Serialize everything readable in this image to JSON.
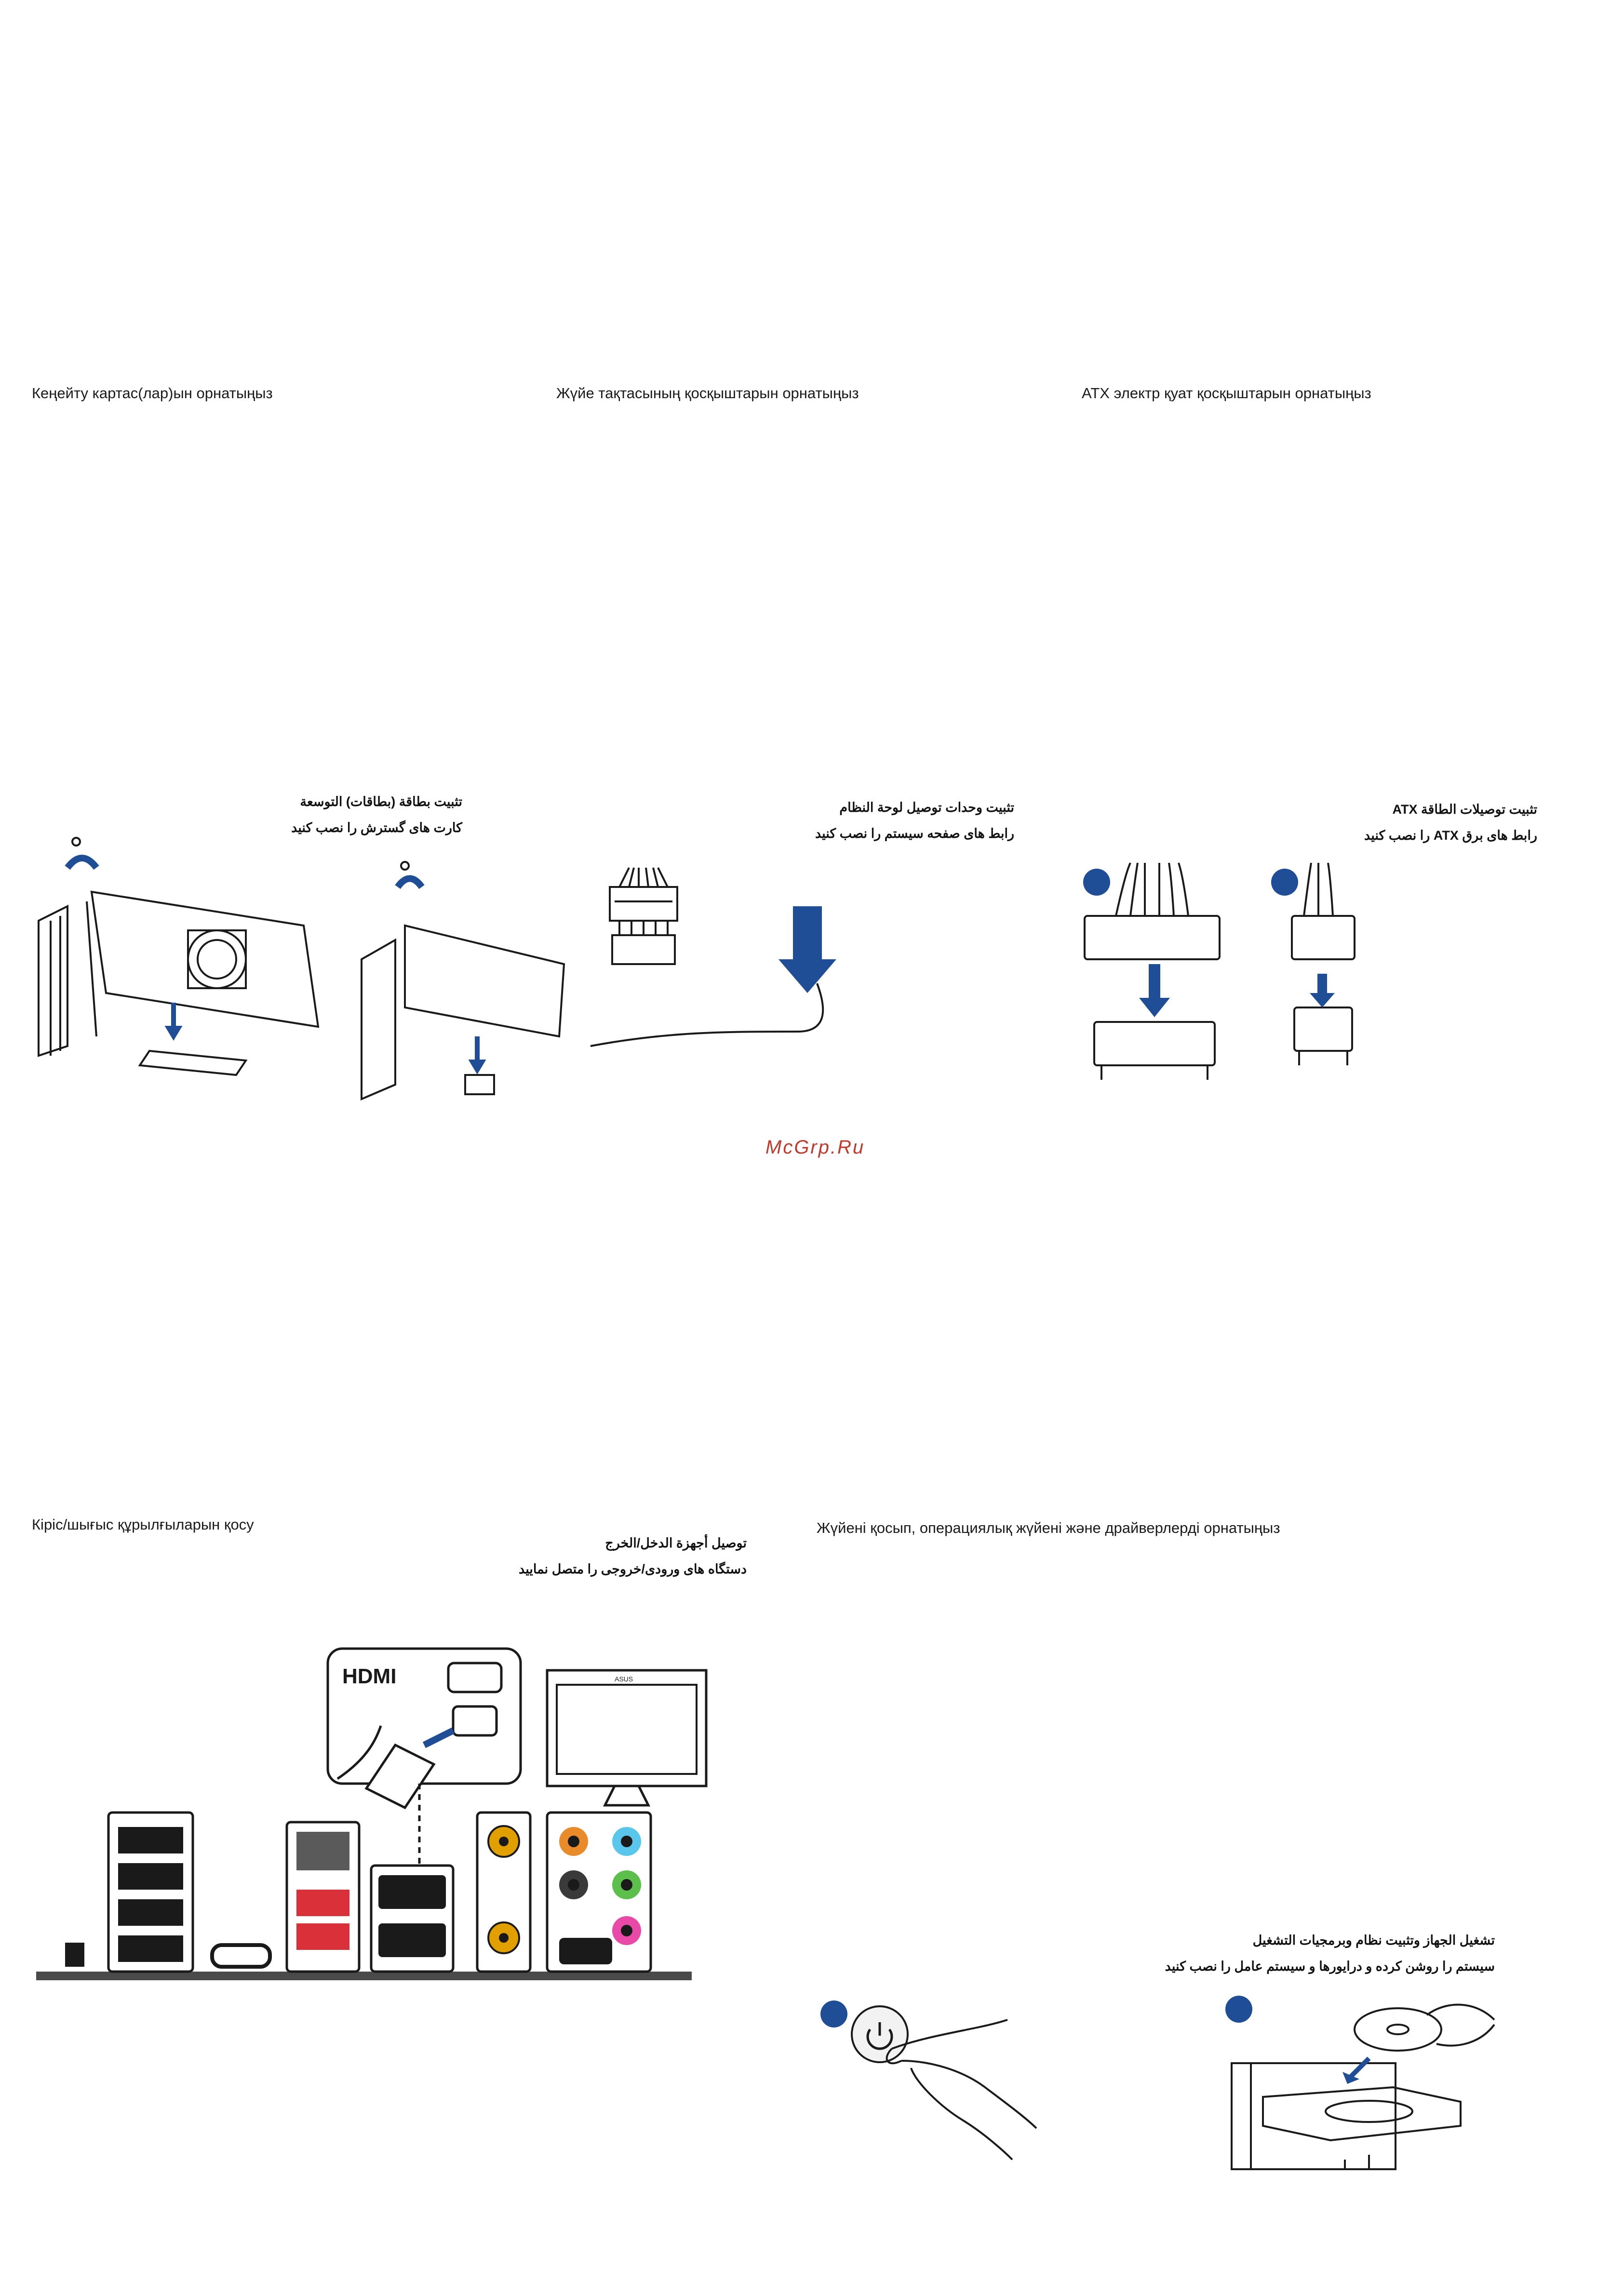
{
  "sections": {
    "expansion": {
      "kz_title": "Кеңейту картас(лар)ын орнатыңыз",
      "ar_line1": "تثبيت بطاقة (بطاقات) التوسعة",
      "ar_line2": "كارت های گسترش را نصب كنيد"
    },
    "panel": {
      "kz_title": "Жүйе тақтасының қосқыштарын орнатыңыз",
      "ar_line1": "تثبيت وحدات توصيل لوحة النظام",
      "ar_line2": "رابط های صفحه سيستم را نصب كنيد"
    },
    "atx": {
      "kz_title": "ATX электр қуат қосқыштарын орнатыңыз",
      "ar_line1": "تثبيت توصيلات الطاقة ATX",
      "ar_line2": "رابط های برق ATX را نصب كنيد"
    },
    "io": {
      "kz_title": "Кіріс/шығыс құрылғыларын қосу",
      "ar_line1": "توصيل أجهزة الدخل/الخرج",
      "ar_line2": "دستگاه های ورودی/خروجی را متصل نماييد",
      "hdmi_logo": "HDMI",
      "monitor_brand": "ASUS"
    },
    "power_on": {
      "kz_title": "Жүйені қосып, операциялық жүйені және драйверлерді орнатыңыз",
      "ar_line1": "تشغيل الجهاز وتثبيت نظام وبرمجيات التشغيل",
      "ar_line2": "سيستم را روشن كرده و درايورها و سيستم عامل را نصب كنيد"
    }
  },
  "watermark": "McGrp.Ru",
  "colors": {
    "accent_blue": "#1f4e96",
    "usb_red": "#d9303a",
    "line": "#1a1a1a"
  }
}
